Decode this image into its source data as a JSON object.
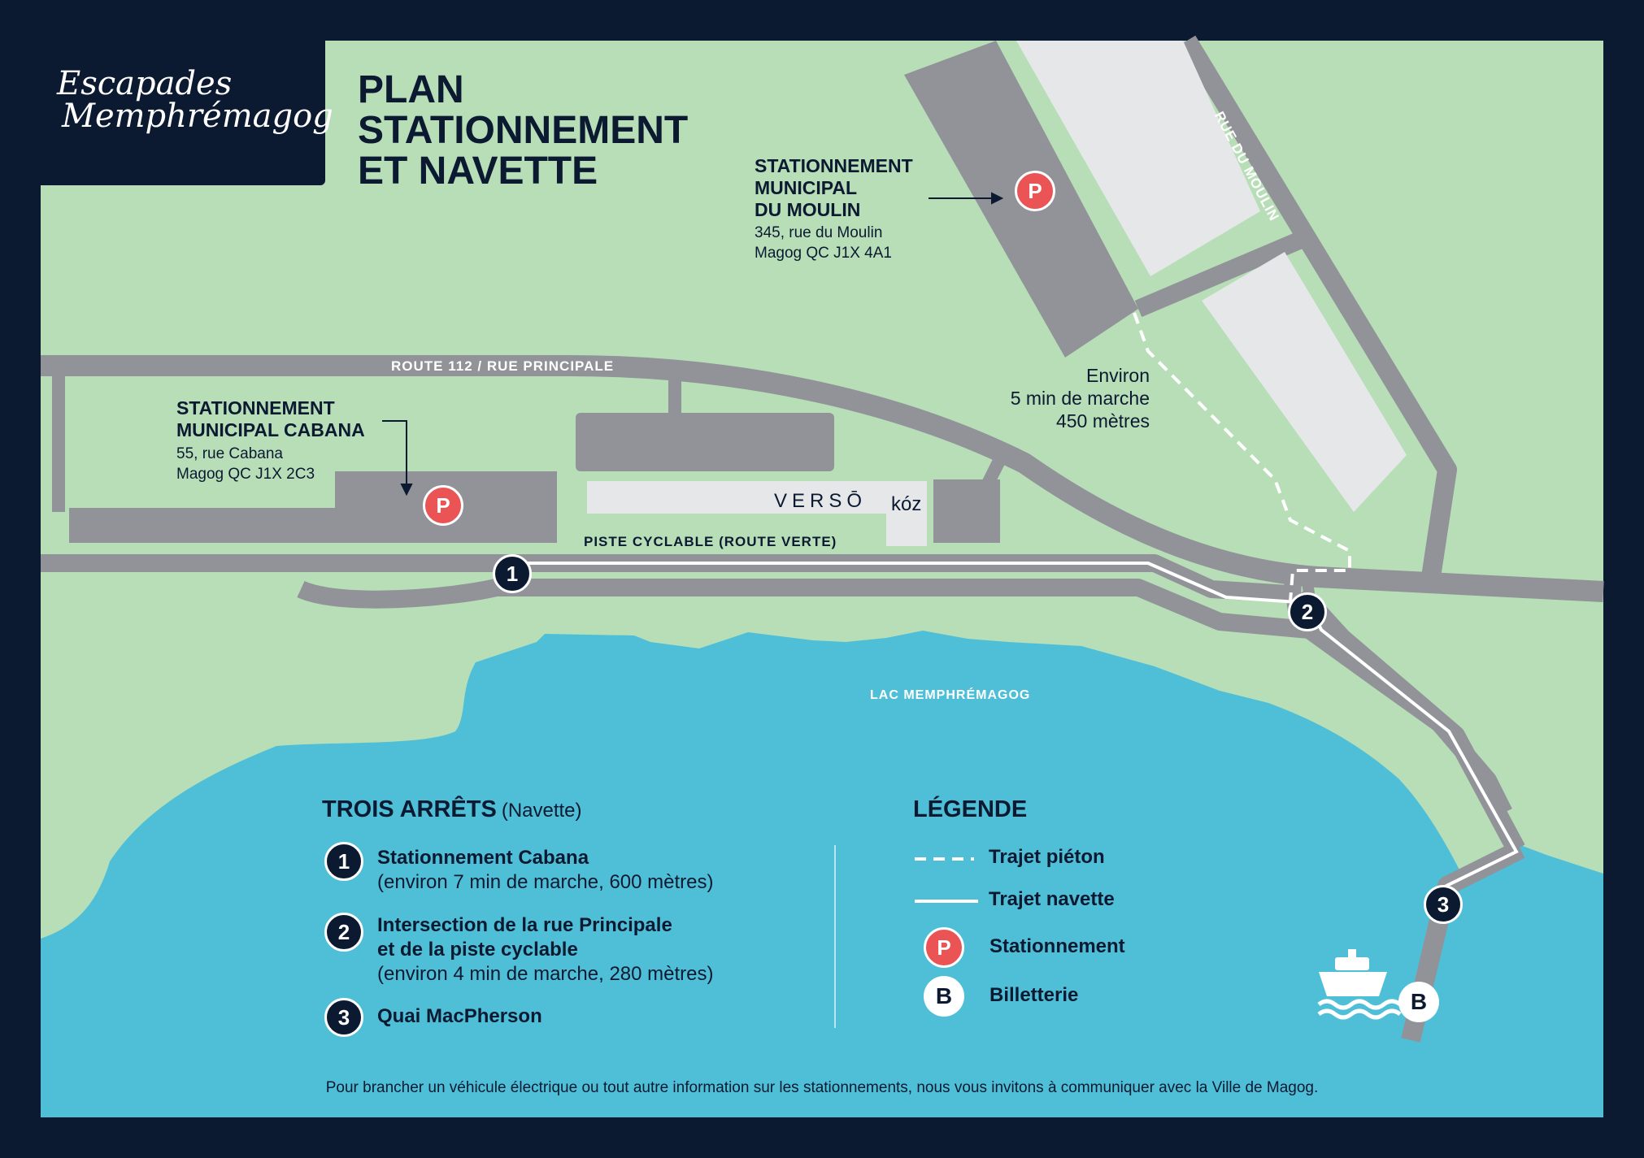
{
  "logo": {
    "line1": "Escapades",
    "line2": "Memphrémagog"
  },
  "title": {
    "line1": "PLAN",
    "line2": "STATIONNEMENT",
    "line3": "ET NAVETTE"
  },
  "lot_moulin": {
    "title": [
      "STATIONNEMENT",
      "MUNICIPAL",
      "DU MOULIN"
    ],
    "address": [
      "345, rue du Moulin",
      "Magog QC  J1X 4A1"
    ]
  },
  "lot_cabana": {
    "title": [
      "STATIONNEMENT",
      "MUNICIPAL CABANA"
    ],
    "address": [
      "55, rue Cabana",
      "Magog QC  J1X 2C3"
    ]
  },
  "streets": {
    "main": "ROUTE 112 / RUE PRINCIPALE",
    "moulin": "RUE DU MOULIN",
    "bike": "PISTE CYCLABLE (ROUTE VERTE)"
  },
  "lake": "LAC MEMPHRÉMAGOG",
  "walk_info": [
    "Environ",
    "5 min de marche",
    "450 mètres"
  ],
  "businesses": {
    "verso": "VERSŌ",
    "koz": "kóz"
  },
  "parking_symbol": "P",
  "ticket_symbol": "B",
  "stops_section": {
    "heading": "TROIS ARRÊTS",
    "sub": "(Navette)",
    "stops": [
      {
        "num": "1",
        "name": "Stationnement Cabana",
        "lines": [
          "(environ 7 min de marche, 600 mètres)"
        ]
      },
      {
        "num": "2",
        "name": "Intersection de la rue Principale",
        "name2": "et de la piste cyclable",
        "lines": [
          "(environ 4 min de marche, 280 mètres)"
        ]
      },
      {
        "num": "3",
        "name": "Quai MacPherson",
        "lines": []
      }
    ]
  },
  "legend": {
    "heading": "LÉGENDE",
    "items": [
      {
        "label": "Trajet piéton",
        "icon": "dashed-line-icon"
      },
      {
        "label": "Trajet navette",
        "icon": "solid-line-icon"
      },
      {
        "label": "Stationnement",
        "icon": "parking-icon"
      },
      {
        "label": "Billetterie",
        "icon": "ticket-office-icon"
      }
    ]
  },
  "footer": "Pour brancher un véhicule électrique ou tout autre information sur les stationnements, nous vous invitons à communiquer avec la Ville de Magog.",
  "colors": {
    "background": "#0c1a31",
    "land": "#b8deb8",
    "water": "#4fbfd7",
    "road": "#919399",
    "lot_light": "#e6e7e9",
    "parking": "#ea5455"
  }
}
